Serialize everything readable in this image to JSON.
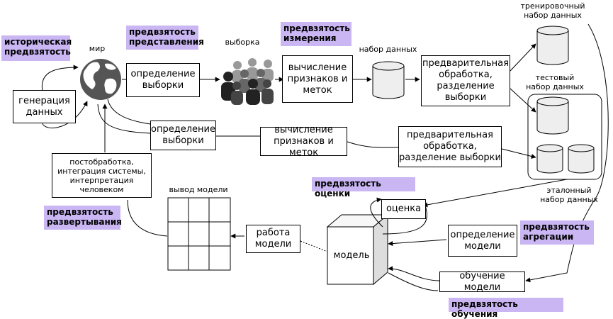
{
  "labels": {
    "world": "мир",
    "sample": "выборка",
    "dataset": "набор данных",
    "train_set": "тренировочный\nнабор данных",
    "test_set": "тестовый\nнабор данных",
    "benchmark_set": "эталонный\nнабор данных",
    "model_output": "вывод модели"
  },
  "boxes": {
    "data_generation": "генерация\nданных",
    "sample_def_top": "определение\nвыборки",
    "features_top": "вычисление\nпризнаков и\nметок",
    "preprocess_top": "предварительная\nобработка,\nразделение\nвыборки",
    "sample_def_mid": "определение\nвыборки",
    "features_mid": "вычисление\nпризнаков и меток",
    "preprocess_mid": "предварительная\nобработка,\nразделение выборки",
    "postprocessing": "постобработка,\nинтеграция системы,\nинтерпретация\nчеловеком",
    "evaluation": "оценка",
    "model_def": "определение\nмодели",
    "model_training": "обучение модели",
    "model_running": "работа\nмодели",
    "model": "модель"
  },
  "biases": {
    "historical": "историческая\nпредвзятость",
    "representation": "предвзятость\nпредставления",
    "measurement": "предвзятость\nизмерения",
    "evaluation": "предвзятость оценки",
    "deployment": "предвзятость\nразвертывания",
    "aggregation": "предвзятость\nагрегации",
    "learning": "предвзятость обучения"
  },
  "colors": {
    "bias_highlight": "#c9b6f2",
    "globe": "#555555",
    "cylinder": "#eeeeee"
  }
}
